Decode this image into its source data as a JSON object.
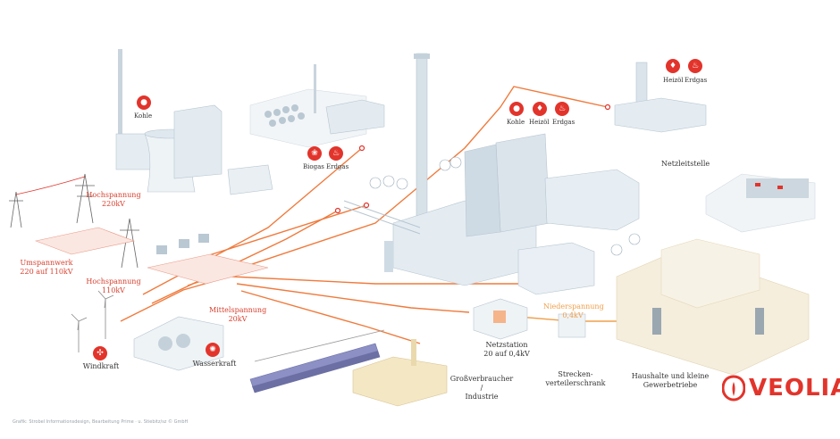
{
  "colors": {
    "accent": "#e2342b",
    "line": "#f07a3c",
    "building": "#dfe8ef",
    "building_dark": "#aebfcc",
    "low_voltage": "#f0a04b"
  },
  "labels": {
    "hochspannung_220": "Hochspannung\n220kV",
    "umspannwerk": "Umspannwerk\n220 auf 110kV",
    "hochspannung_110": "Hochspannung\n110kV",
    "mittelspannung": "Mittelspannung\n20kV",
    "windkraft": "Windkraft",
    "wasserkraft": "Wasserkraft",
    "netzstation": "Netzstation\n20 auf 0,4kV",
    "niederspannung": "Niederspannung\n0,4kV",
    "grossverbraucher": "Großverbraucher /\nIndustrie",
    "strecken": "Strecken-\nverteilerschrank",
    "haushalte": "Haushalte und kleine\nGewerbetriebe",
    "netzleitstelle": "Netzleitstelle"
  },
  "fuel_badges": {
    "coal_left": {
      "caption": "Kohle",
      "icon": "coal-icon"
    },
    "biogas": {
      "caption": "Biogas",
      "icon": "biogas-icon"
    },
    "erdgas_mid": {
      "caption": "Erdgas",
      "icon": "gas-flame-icon"
    },
    "kohle_center": {
      "caption": "Kohle",
      "icon": "coal-icon"
    },
    "heizoel_center": {
      "caption": "Heizöl",
      "icon": "oil-drop-icon"
    },
    "erdgas_center": {
      "caption": "Erdgas",
      "icon": "gas-flame-icon"
    },
    "heizoel_right": {
      "caption": "Heizöl",
      "icon": "oil-drop-icon"
    },
    "erdgas_right": {
      "caption": "Erdgas",
      "icon": "gas-flame-icon"
    }
  },
  "credit": "Grafik: Strobel Informationsdesign, Bearbeitung Prime · u. Stiebitz/sz © GmbH",
  "logo": {
    "text": "VEOLIA"
  }
}
